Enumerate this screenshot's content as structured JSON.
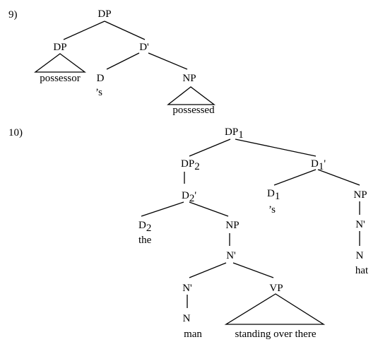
{
  "examples": [
    {
      "number": "9)",
      "nodes": {
        "dp_root": "DP",
        "dp_possessor": "DP",
        "d_bar": "D'",
        "d_head": "D",
        "np": "NP"
      },
      "words": {
        "possessor": "possessor",
        "clitic": "’s",
        "possessed": "possessed"
      }
    },
    {
      "number": "10)",
      "nodes": {
        "dp1": {
          "label": "DP",
          "index": "1"
        },
        "dp2": {
          "label": "DP",
          "index": "2"
        },
        "d1_bar": {
          "label": "D",
          "index": "1",
          "prime": "'"
        },
        "d2_bar": {
          "label": "D",
          "index": "2",
          "prime": "'"
        },
        "d1_head": {
          "label": "D",
          "index": "1"
        },
        "d2_head": {
          "label": "D",
          "index": "2"
        },
        "np_right": "NP",
        "n_bar_right": "N'",
        "n_right": "N",
        "np_left": "NP",
        "n_bar_upper": "N'",
        "n_bar_lower": "N'",
        "n_left": "N",
        "vp": "VP"
      },
      "words": {
        "clitic": "’s",
        "the": "the",
        "hat": "hat",
        "man": "man",
        "vp_phrase": "standing over there"
      }
    }
  ]
}
